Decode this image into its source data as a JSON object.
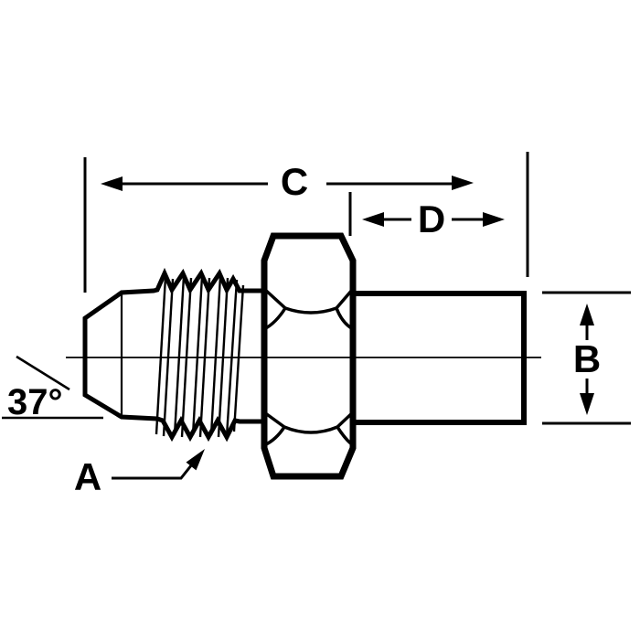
{
  "drawing": {
    "background_color": "#ffffff",
    "ink_color": "#000000",
    "labels": {
      "thread_callout": "A",
      "tube_od": "B",
      "overall_length": "C",
      "tube_end_length": "D",
      "flare_angle": "37°"
    }
  }
}
